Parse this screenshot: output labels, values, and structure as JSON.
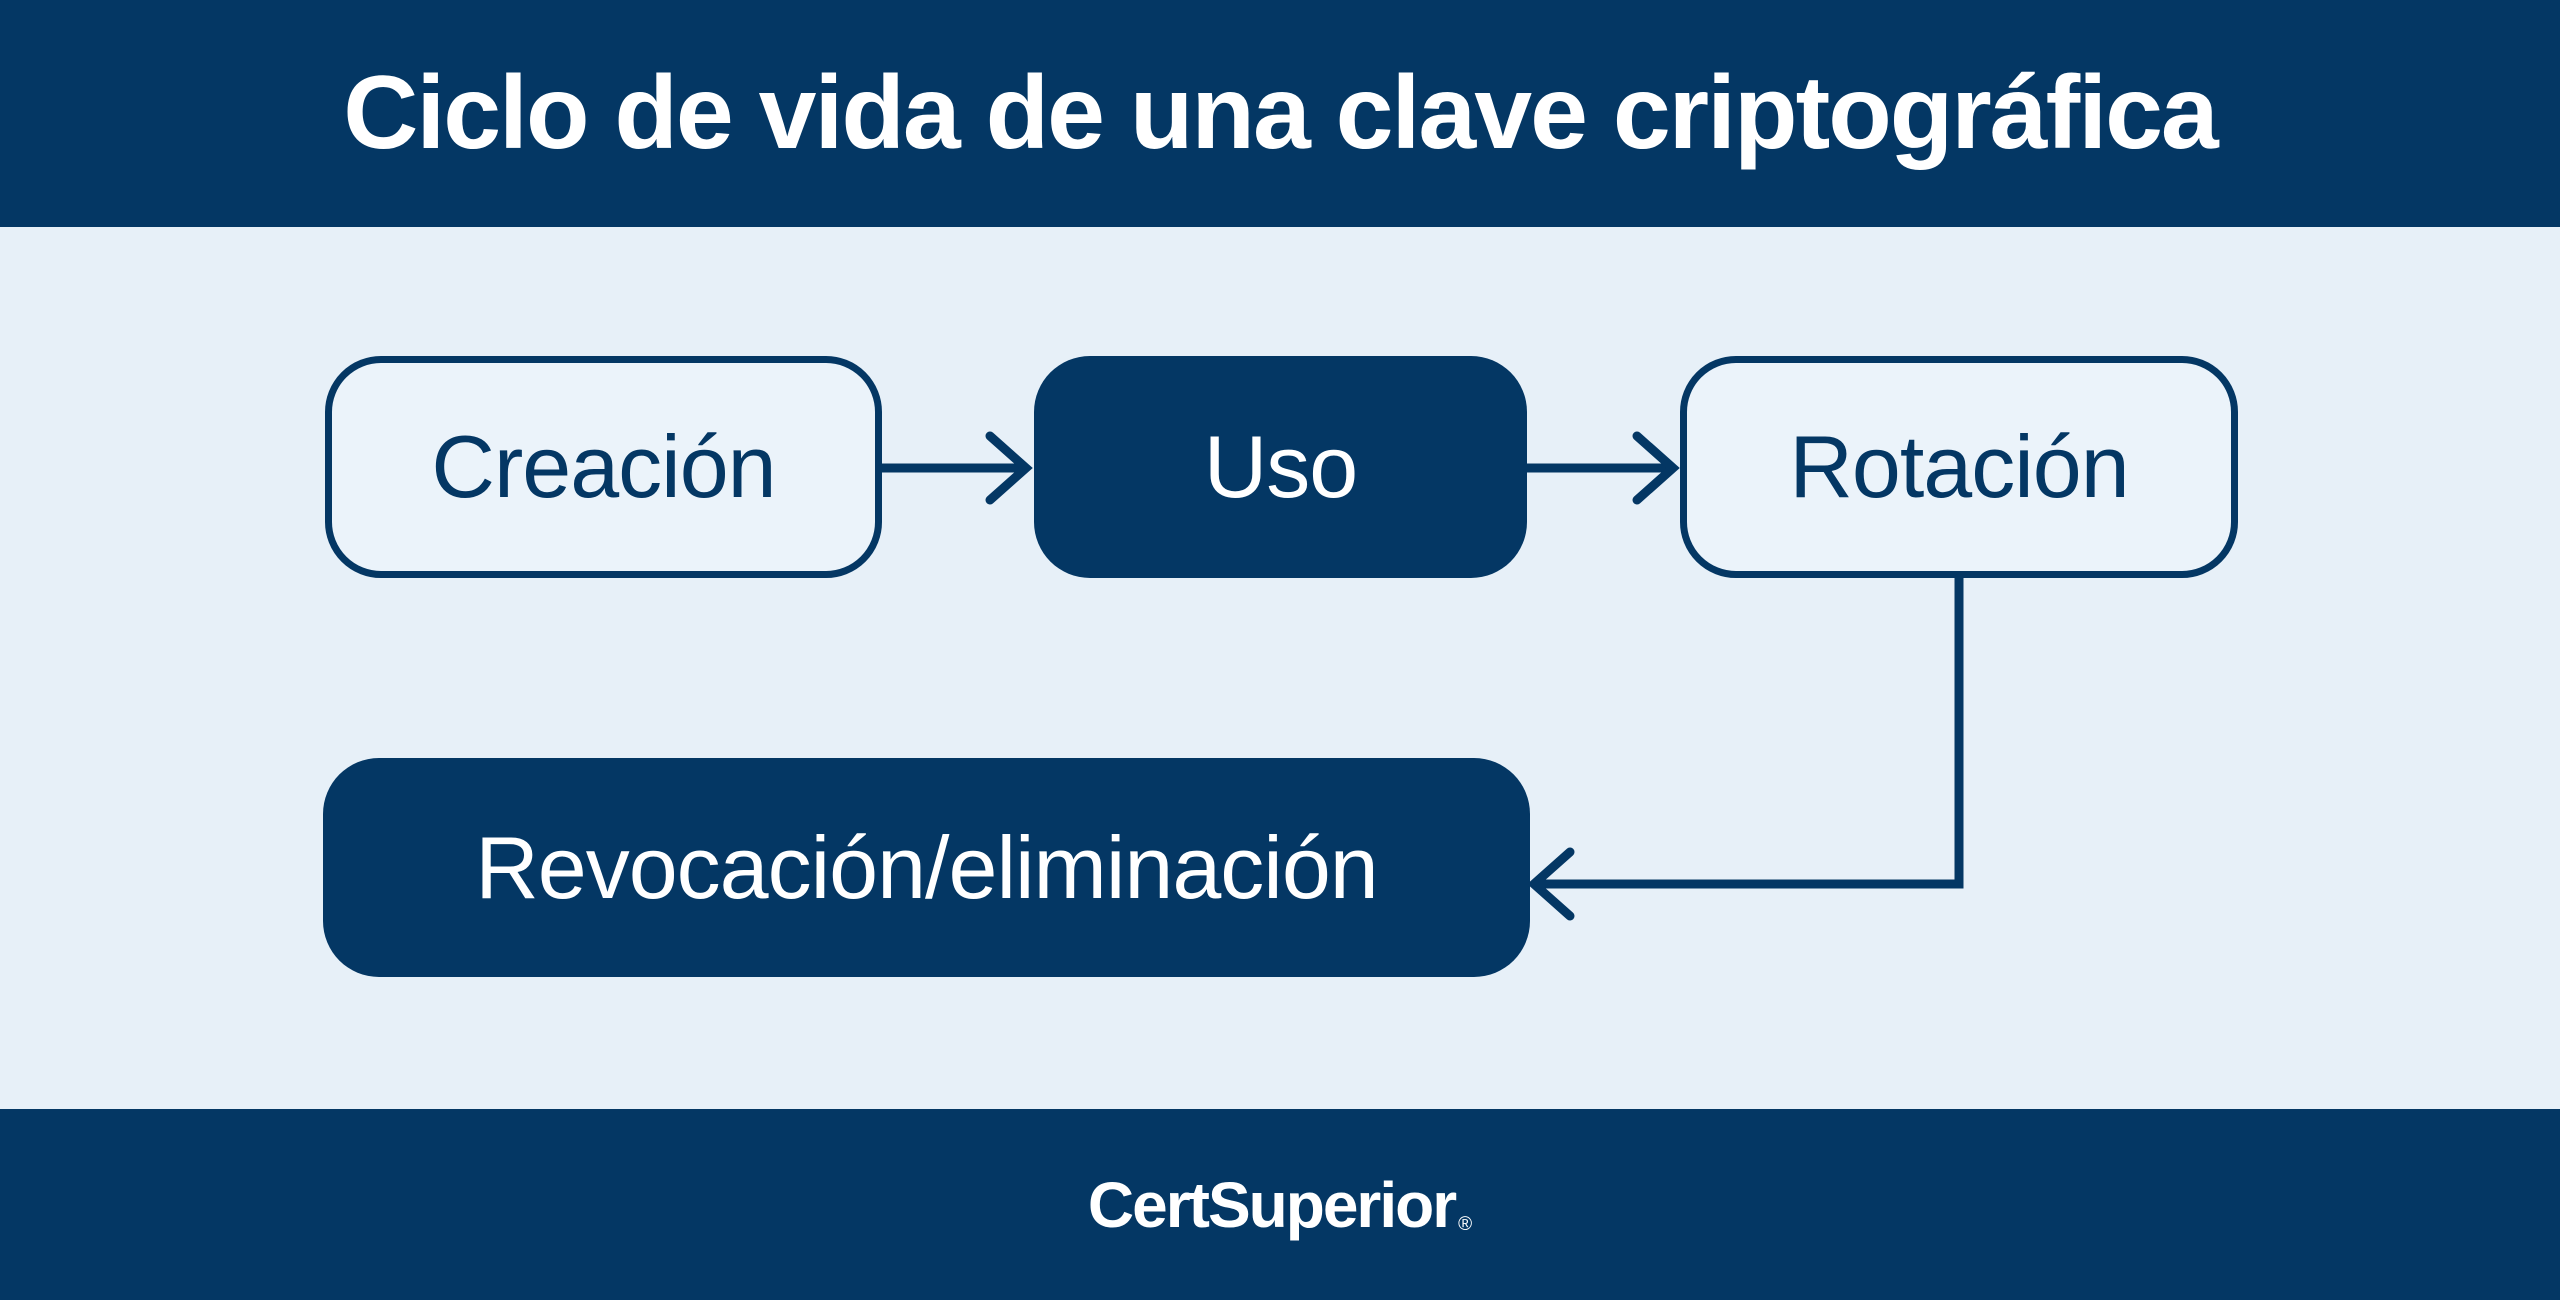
{
  "header": {
    "title": "Ciclo de vida de una clave criptográfica"
  },
  "diagram": {
    "title": "Ciclo de vida de una clave criptográfica",
    "nodes": [
      {
        "id": "creacion",
        "label": "Creación",
        "style": "outline"
      },
      {
        "id": "uso",
        "label": "Uso",
        "style": "filled"
      },
      {
        "id": "rotacion",
        "label": "Rotación",
        "style": "outline"
      },
      {
        "id": "revocacion",
        "label": "Revocación/eliminación",
        "style": "filled"
      }
    ],
    "edges": [
      {
        "from": "creacion",
        "to": "uso"
      },
      {
        "from": "uso",
        "to": "rotacion"
      },
      {
        "from": "rotacion",
        "to": "revocacion"
      }
    ]
  },
  "footer": {
    "brand": "CertSuperior",
    "registered_mark": "®"
  },
  "colors": {
    "navy": "#043764",
    "light": "#e7f0f8",
    "lightbox": "#ebf3fa",
    "white": "#ffffff"
  }
}
